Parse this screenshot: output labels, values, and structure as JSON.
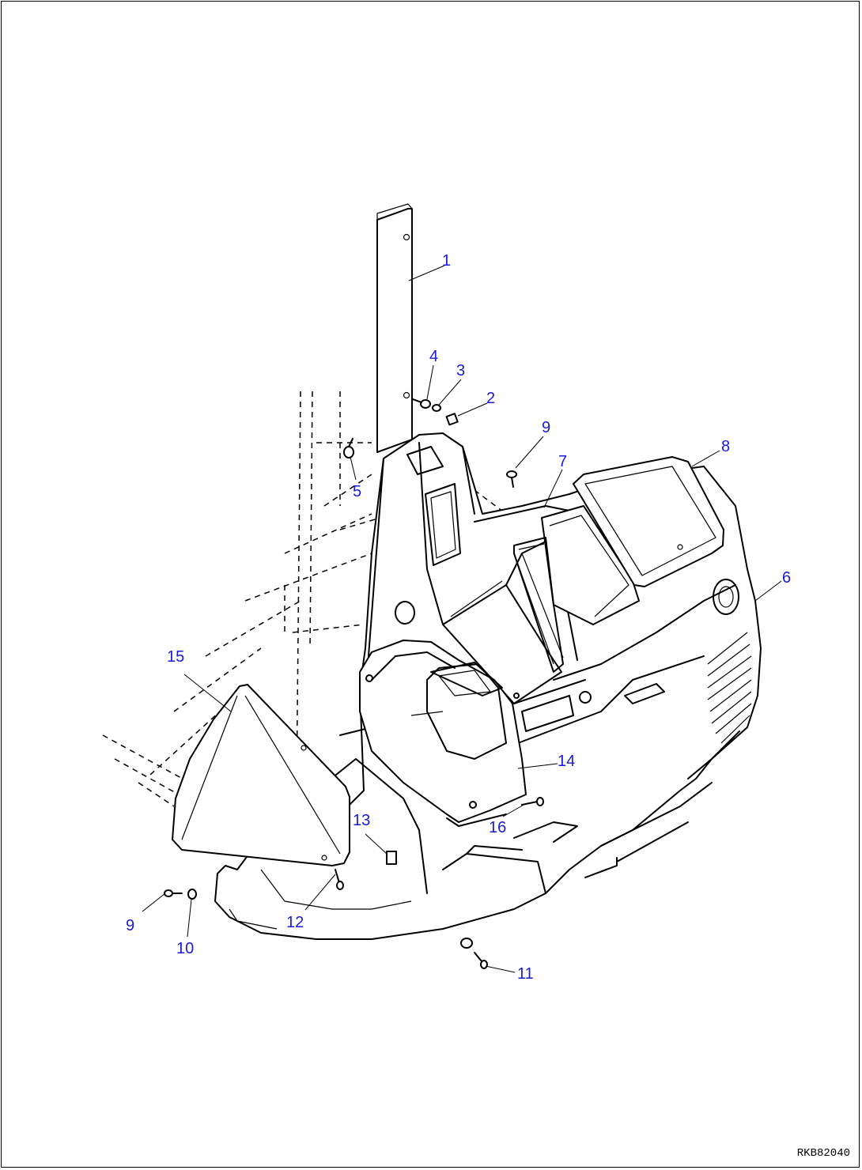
{
  "diagram": {
    "drawing_code": "RKB82040",
    "callouts": [
      {
        "id": "1",
        "label": "1"
      },
      {
        "id": "2",
        "label": "2"
      },
      {
        "id": "3",
        "label": "3"
      },
      {
        "id": "4",
        "label": "4"
      },
      {
        "id": "5",
        "label": "5"
      },
      {
        "id": "6",
        "label": "6"
      },
      {
        "id": "7",
        "label": "7"
      },
      {
        "id": "8",
        "label": "8"
      },
      {
        "id": "9a",
        "label": "9"
      },
      {
        "id": "9b",
        "label": "9"
      },
      {
        "id": "10",
        "label": "10"
      },
      {
        "id": "11",
        "label": "11"
      },
      {
        "id": "12",
        "label": "12"
      },
      {
        "id": "13",
        "label": "13"
      },
      {
        "id": "14",
        "label": "14"
      },
      {
        "id": "15",
        "label": "15"
      },
      {
        "id": "16",
        "label": "16"
      }
    ],
    "colors": {
      "callout": "#1a1adb",
      "line": "#000000",
      "background": "#ffffff"
    }
  }
}
